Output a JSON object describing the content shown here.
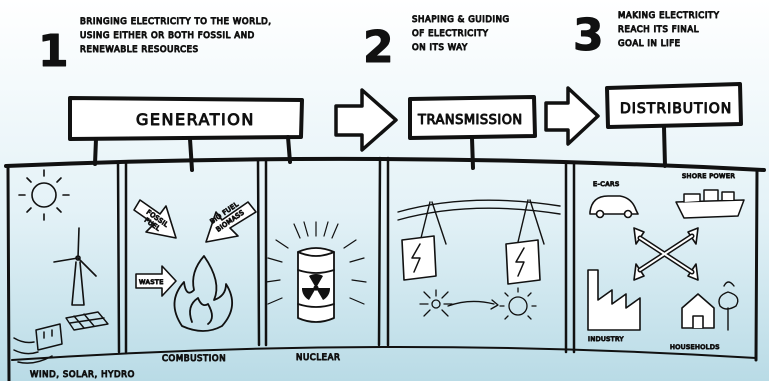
{
  "steps": [
    {
      "number": "1",
      "note_lines": [
        "Bringing electricity to the world,",
        "using either or both fossil and",
        "renewable resources"
      ]
    },
    {
      "number": "2",
      "note_lines": [
        "Shaping & guiding",
        "of electricity",
        "on its way"
      ]
    },
    {
      "number": "3",
      "note_lines": [
        "Making electricity",
        "reach its final",
        "goal in life"
      ]
    }
  ],
  "headers": {
    "generation": "Generation",
    "transmission": "Transmission",
    "distribution": "Distribution"
  },
  "panels": {
    "renewables": "Wind, solar, hydro",
    "combustion": "Combustion",
    "nuclear": "Nuclear",
    "fossil_fuel": [
      "Fossil",
      "fuel"
    ],
    "bio_fuel": [
      "Bio fuel",
      "Biomass"
    ],
    "waste": "Waste",
    "ecars": "E-cars",
    "shore_power": "Shore power",
    "industry": "Industry",
    "households": "Households"
  }
}
